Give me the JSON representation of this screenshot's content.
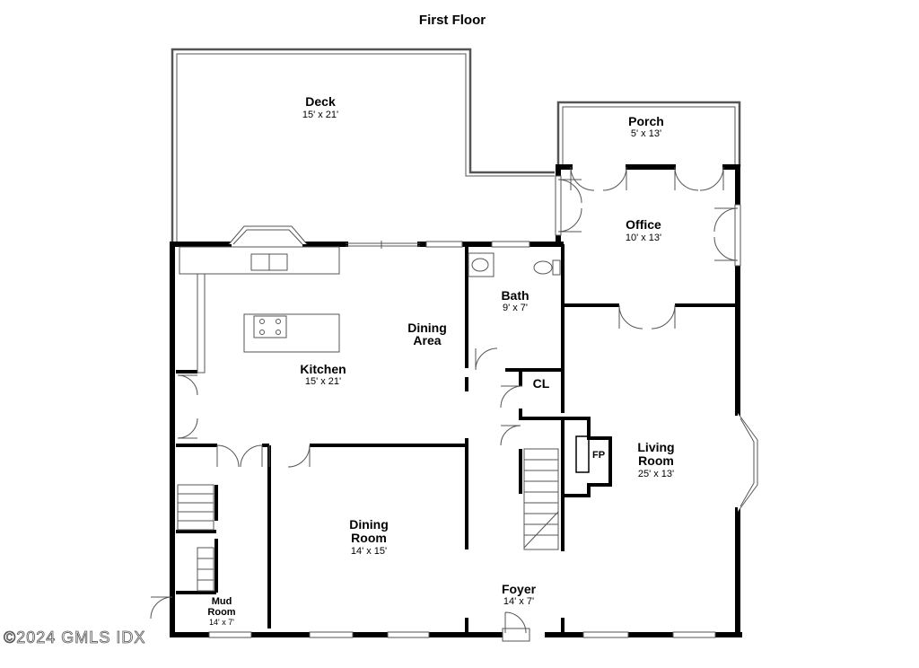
{
  "plan": {
    "title": "First Floor",
    "rooms": {
      "deck": {
        "name": "Deck",
        "dims": "15' x 21'"
      },
      "porch": {
        "name": "Porch",
        "dims": "5' x 13'"
      },
      "office": {
        "name": "Office",
        "dims": "10' x 13'"
      },
      "bath": {
        "name": "Bath",
        "dims": "9' x 7'"
      },
      "dining_area": {
        "name_line1": "Dining",
        "name_line2": "Area"
      },
      "kitchen": {
        "name": "Kitchen",
        "dims": "15' x 21'"
      },
      "closet": {
        "name": "CL"
      },
      "fireplace": {
        "name": "FP"
      },
      "living_room": {
        "name_line1": "Living",
        "name_line2": "Room",
        "dims": "25' x 13'"
      },
      "dining_room": {
        "name_line1": "Dining",
        "name_line2": "Room",
        "dims": "14' x 15'"
      },
      "foyer": {
        "name": "Foyer",
        "dims": "14' x 7'"
      },
      "mud_room": {
        "name_line1": "Mud",
        "name_line2": "Room",
        "dims": "14' x 7'"
      }
    }
  },
  "watermark": {
    "text": "©2024 GMLS IDX"
  },
  "colors": {
    "wall": "#000000",
    "fixture": "#555555",
    "background": "#ffffff"
  }
}
